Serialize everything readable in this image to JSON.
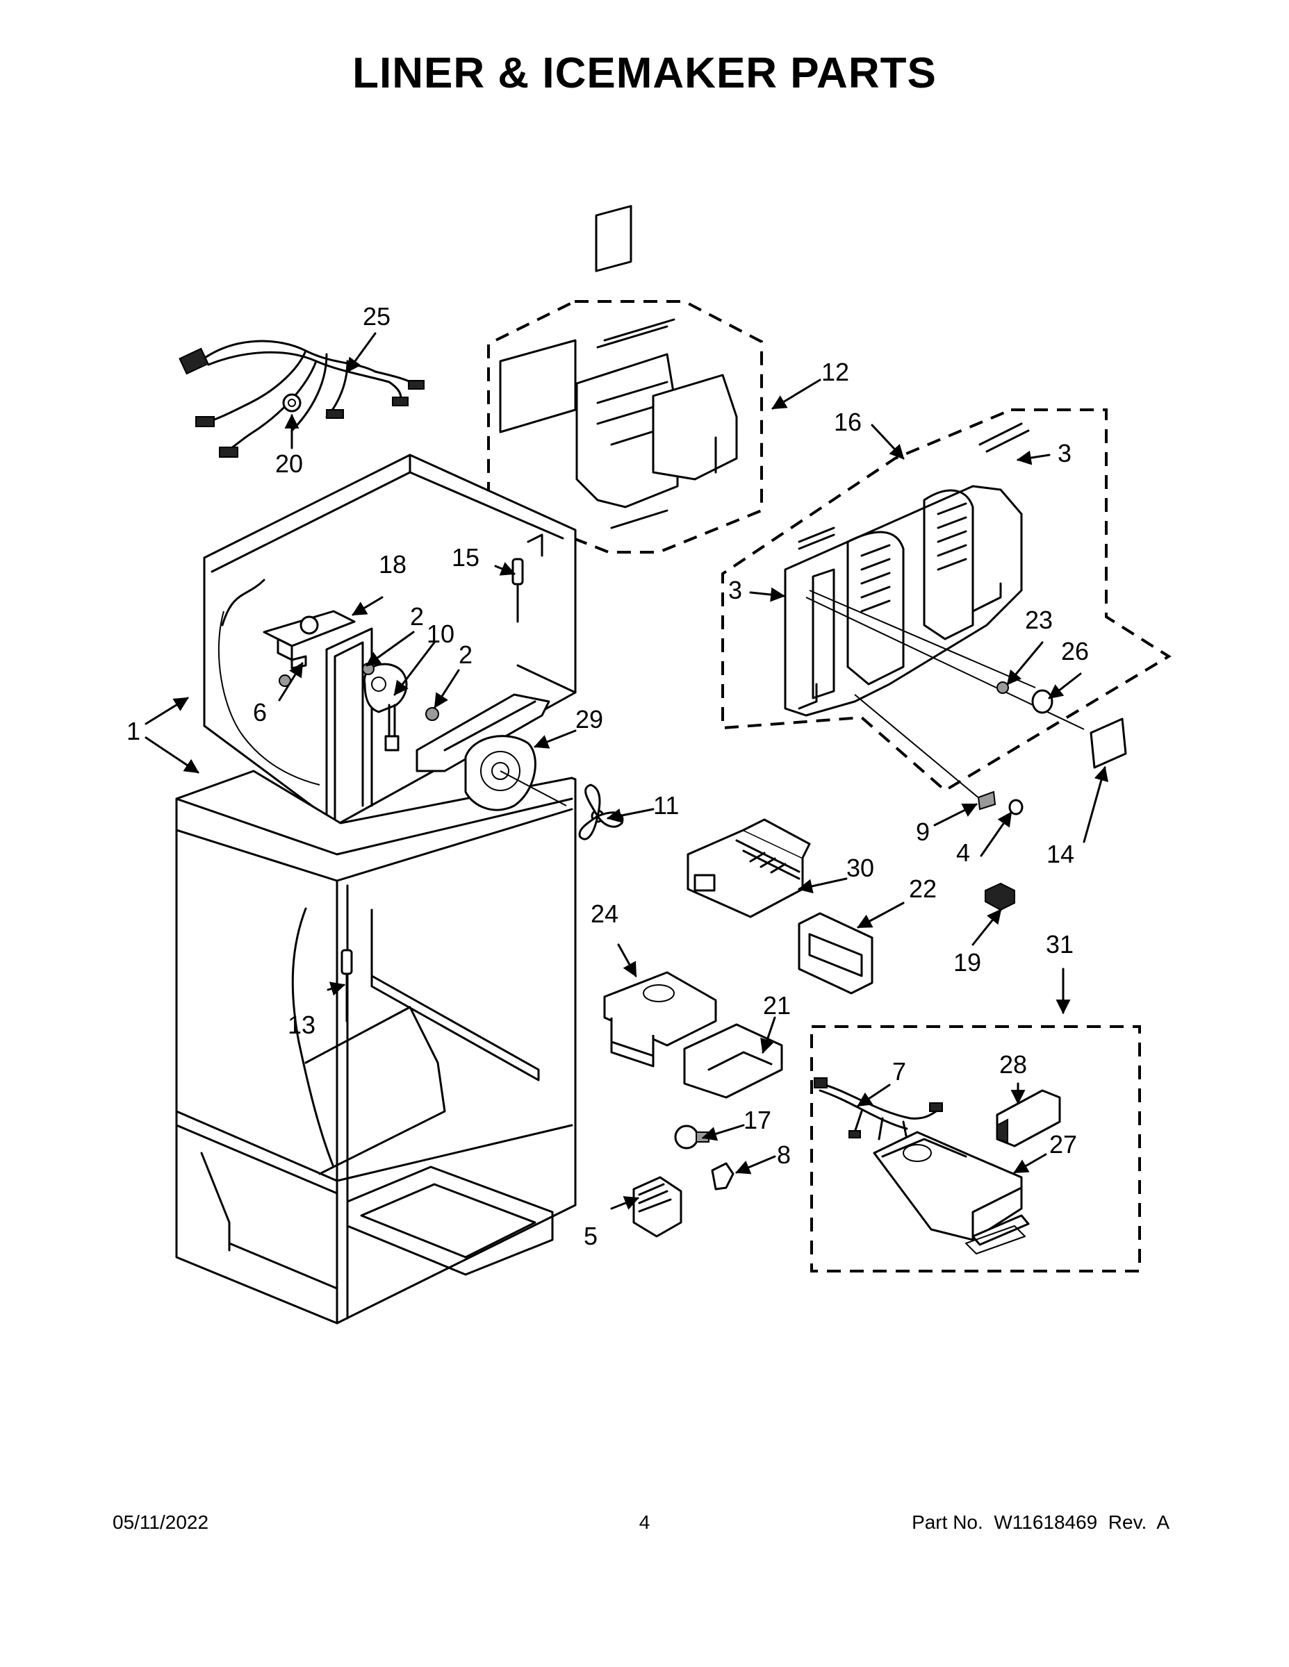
{
  "title": "LINER & ICEMAKER PARTS",
  "footer": {
    "date": "05/11/2022",
    "page": "4",
    "part_number": "Part No.  W11618469  Rev.  A"
  },
  "callouts": [
    "1",
    "2",
    "2",
    "3",
    "3",
    "4",
    "5",
    "6",
    "7",
    "8",
    "9",
    "10",
    "11",
    "12",
    "13",
    "14",
    "15",
    "16",
    "17",
    "18",
    "19",
    "20",
    "21",
    "22",
    "23",
    "24",
    "25",
    "26",
    "27",
    "28",
    "29",
    "30",
    "31"
  ],
  "colors": {
    "ink": "#000000",
    "paper": "#ffffff"
  }
}
